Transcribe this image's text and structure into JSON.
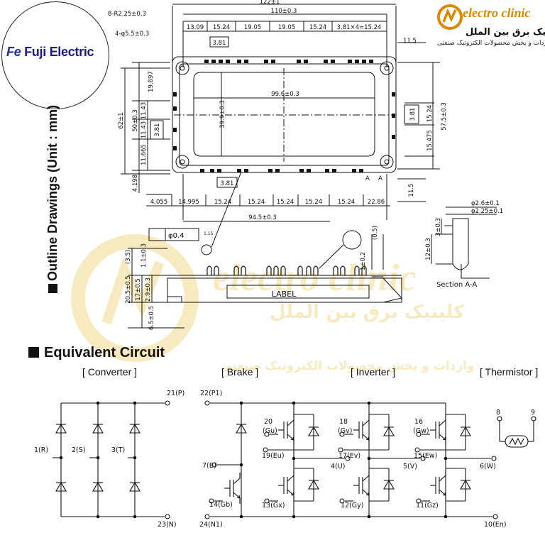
{
  "brand": {
    "mark": "Fe",
    "name": "Fuji Electric"
  },
  "logo": {
    "title": "electro clinic",
    "persian_name": "کلینیک برق بین الملل",
    "persian_sub": "واردات و پخش محصولات الکترونیک صنعتی"
  },
  "watermark": {
    "text": "electro clinic",
    "fa1": "کلینیک برق بین الملل",
    "fa2": "واردات و پخش محصولات الکترونیک صنعتی"
  },
  "outline_title": "Outline Drawings (Unit : mm)",
  "equivalent_title": "Equivalent Circuit",
  "sections": {
    "converter": "[ Converter ]",
    "brake": "[ Brake ]",
    "inverter": "[ Inverter ]",
    "thermistor": "[ Thermistor ]"
  },
  "dims": {
    "total_width": "122±1",
    "hole_r": "8-R2.25±0.3",
    "hole_d": "4-φ5.5±0.3",
    "top_pitch_total": "110±0.3",
    "top_pitches": [
      "13.09",
      "15.24",
      "19.05",
      "19.05",
      "15.24",
      "3.81×4=15.24"
    ],
    "top_small": "3.81",
    "right_top": "11.5",
    "inner_width": "99.6±0.3",
    "inner_height": "39.9±0.3",
    "h62": "62±1",
    "h50": "50±0.3",
    "h57": "57.5±0.3",
    "left_col": [
      "19.697",
      "11.43",
      "11.43",
      "11.665",
      "4.198"
    ],
    "left_small": "3.81",
    "right_col": [
      "15.24",
      "15.475"
    ],
    "right_small": "3.81",
    "bot_small": "3.81",
    "bot_pitches": [
      "4.055",
      "14.995",
      "15.24",
      "15.24",
      "15.24",
      "15.24",
      "15.24",
      "22.86"
    ],
    "bot_total": "94.5±0.3",
    "right_bottom": "11.5",
    "tolerance": "φ0.4",
    "pin_label": "1.15",
    "d26": "φ2.6±0.1",
    "d225": "φ2.25±0.1",
    "dim3": "3±0.3",
    "dim12": "12±0.3",
    "side_35": "(3.5)",
    "side_11": "1.1±0.3",
    "side_205": "20.5±0.5",
    "side_17": "17±0.5",
    "side_29": "2.9±0.3",
    "side_65": "6.5±0.5",
    "side_05": "(0.5)",
    "side_1": "1±0.2",
    "label": "LABEL",
    "section": "Section A-A",
    "a_mark": "A"
  },
  "pins": {
    "p21": "21(P)",
    "p22": "22(P1)",
    "p1": "1(R)",
    "p2": "2(S)",
    "p3": "3(T)",
    "p23": "23(N)",
    "p24": "24(N1)",
    "p7": "7(B)",
    "p14": "14(Gb)",
    "p20": "20",
    "gu": "(Gu)",
    "p19": "19(Eu)",
    "p4": "4(U)",
    "p13": "13(Gx)",
    "p18": "18",
    "gv": "(Gv)",
    "p17": "17(Ev)",
    "p5": "5(V)",
    "p12": "12(Gy)",
    "p16": "16",
    "gw": "(Gw)",
    "p15": "15(Ew)",
    "p6": "6(W)",
    "p11": "11(Gz)",
    "p10": "10(En)",
    "p8": "8",
    "p9": "9"
  },
  "colors": {
    "brand_blue": "#1a2e9c",
    "logo_orange": "#d98a00",
    "watermark": "#f2d98c"
  }
}
